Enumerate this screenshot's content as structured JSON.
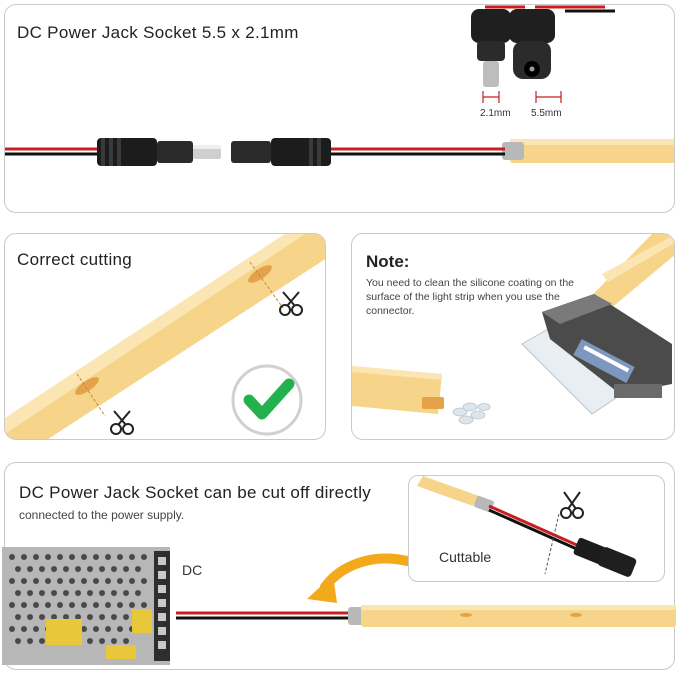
{
  "top_panel": {
    "title": "DC Power Jack Socket 5.5 x 2.1mm",
    "dim_inner": "2.1mm",
    "dim_outer": "5.5mm"
  },
  "cutting_panel": {
    "title": "Correct cutting",
    "check_icon": "check-icon",
    "scissors_icon": "scissors-icon"
  },
  "note_panel": {
    "title": "Note:",
    "body": "You need to clean the silicone coating on the surface of the light strip when you use the connector."
  },
  "bottom_panel": {
    "title": "DC Power Jack Socket can be cut off directly",
    "subtitle": "connected to the power supply.",
    "dc_label": "DC",
    "cuttable_label": "Cuttable"
  },
  "colors": {
    "strip": "#f6d48a",
    "strip_dark": "#eec36a",
    "wire_red": "#c81e1e",
    "wire_black": "#111111",
    "check_green": "#22b14c",
    "arrow_orange": "#f2a91c",
    "border": "#c9c9c9"
  }
}
